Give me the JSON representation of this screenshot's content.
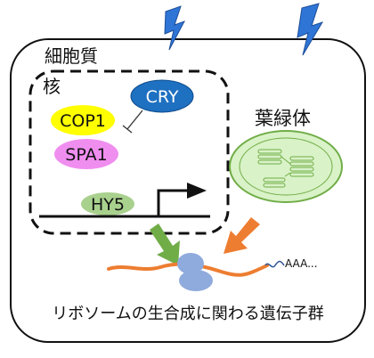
{
  "labels": {
    "cytoplasm": "細胞質",
    "nucleus": "核",
    "chloroplast": "葉緑体",
    "caption": "リボソームの生合成に関わる遺伝子群",
    "poly_a": "AAA..."
  },
  "proteins": {
    "cry": "CRY",
    "cop1": "COP1",
    "spa1": "SPA1",
    "hy5": "HY5"
  },
  "colors": {
    "cry_fill": "#1e70c1",
    "cop1_fill": "#ffff00",
    "spa1_fill": "#f08ef0",
    "hy5_fill": "#a9d18e",
    "chloroplast_fill": "#d9f2c7",
    "chloroplast_stroke": "#70ad47",
    "lightning": "#2e75d6",
    "green_arrow": "#70ad47",
    "orange_arrow": "#ed7d31",
    "mrna": "#ed7d31",
    "ribosome": "#8faadc",
    "poly_a_tail": "#2f5597"
  },
  "icons": [
    "lightning-icon",
    "lightning-icon",
    "transcription-start-arrow-icon",
    "inhibition-icon",
    "ribosome-icon"
  ]
}
